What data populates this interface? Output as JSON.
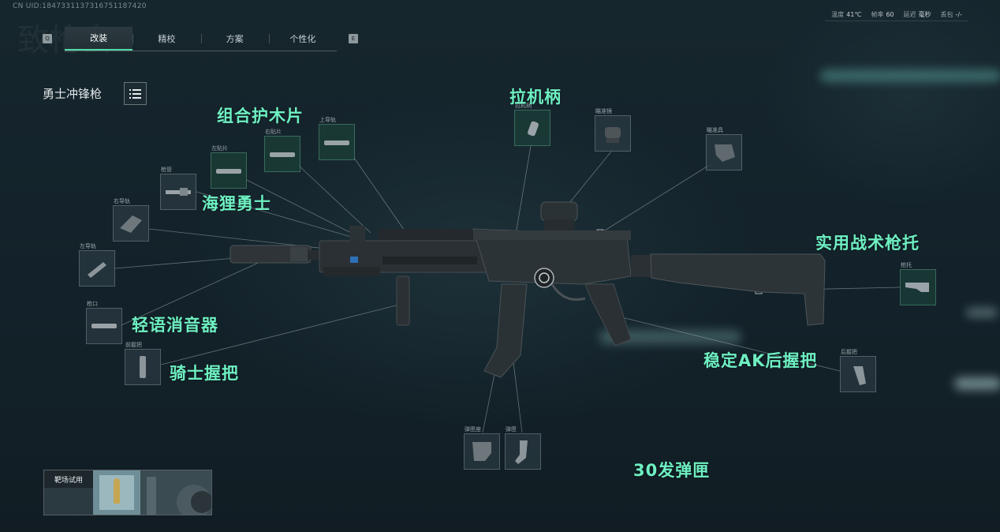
{
  "uid": "CN UID:1847331137316751187420",
  "watermark": "致枪会",
  "stats": [
    {
      "label": "温度",
      "value": "41℃"
    },
    {
      "label": "帧率",
      "value": "60"
    },
    {
      "label": "延迟",
      "value": "毫秒"
    },
    {
      "label": "丢包",
      "value": "-/-"
    }
  ],
  "tabs": [
    {
      "label": "改装",
      "active": true
    },
    {
      "label": "精校",
      "active": false
    },
    {
      "label": "方案",
      "active": false
    },
    {
      "label": "个性化",
      "active": false
    }
  ],
  "keys": {
    "left": "Q",
    "right": "E"
  },
  "weapon_name": "勇士冲锋枪",
  "slots": {
    "zuodaogui": "左导轨",
    "youdaogui": "右导轨",
    "qiangguan": "枪管",
    "zuotiepian": "左贴片",
    "youtiepian": "右贴片",
    "shangdaogui": "上导轨",
    "qiangkou": "枪口",
    "qianwoba": "前握把",
    "lajibing": "拉机柄",
    "miaozhunjing": "瞄准镜",
    "miaozhunju": "瞄准具",
    "qiangtuo": "枪托",
    "houwoba": "后握把",
    "danxiazuo": "弹匣座",
    "danxia": "弹匣"
  },
  "annotations": {
    "handguard": "组合护木片",
    "barrel": "海狸勇士",
    "charging_handle": "拉机柄",
    "stock": "实用战术枪托",
    "muzzle": "轻语消音器",
    "foregrip": "骑士握把",
    "rear_grip": "稳定AK后握把",
    "magazine": "30发弹匣"
  },
  "trial_label": "靶场试用",
  "colors": {
    "accent": "#52d7a4",
    "annotation": "#6ef0c2",
    "background": "#142229"
  }
}
